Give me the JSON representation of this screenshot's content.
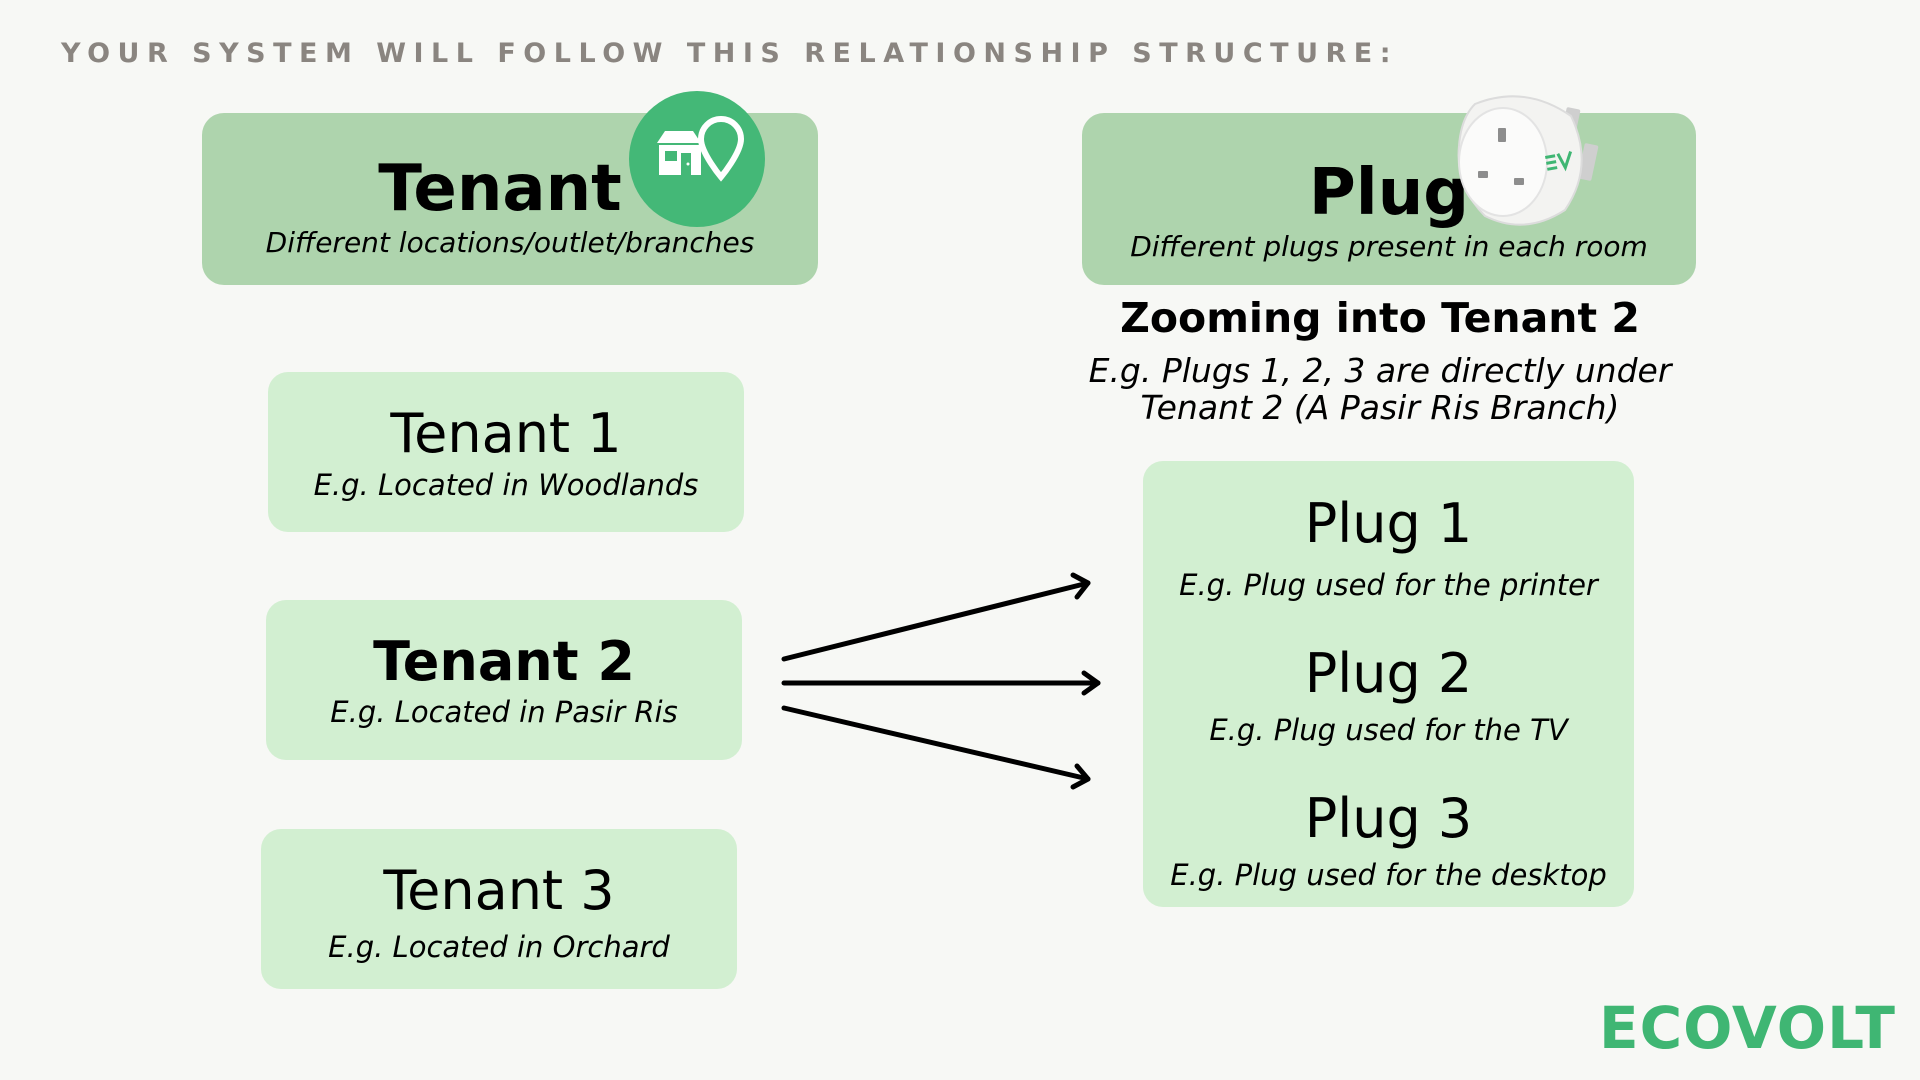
{
  "heading": "YOUR SYSTEM WILL FOLLOW THIS RELATIONSHIP STRUCTURE:",
  "tenant_header": {
    "title": "Tenant",
    "subtitle": "Different locations/outlet/branches",
    "icon": "house-location-pin-icon"
  },
  "plug_header": {
    "title": "Plug",
    "subtitle": "Different plugs present in each room",
    "icon": "smart-plug-image"
  },
  "tenants": [
    {
      "title": "Tenant 1",
      "subtitle": "E.g. Located in Woodlands"
    },
    {
      "title": "Tenant 2",
      "subtitle": "E.g. Located in Pasir Ris"
    },
    {
      "title": "Tenant 3",
      "subtitle": "E.g. Located in Orchard"
    }
  ],
  "zoom": {
    "title": "Zooming into Tenant 2",
    "description_line1": "E.g. Plugs 1, 2, 3 are directly under",
    "description_line2": "Tenant 2 (A  Pasir Ris Branch)"
  },
  "plugs": [
    {
      "title": "Plug 1",
      "subtitle": "E.g. Plug used for the printer"
    },
    {
      "title": "Plug 2",
      "subtitle": "E.g. Plug used for the TV"
    },
    {
      "title": "Plug 3",
      "subtitle": "E.g. Plug used for the desktop"
    }
  ],
  "logo": "ECOVOLT",
  "colors": {
    "header_box": "#aed4ad",
    "item_box": "#d2efd1",
    "brand_green": "#3fb673",
    "heading_gray": "#8a8580"
  }
}
